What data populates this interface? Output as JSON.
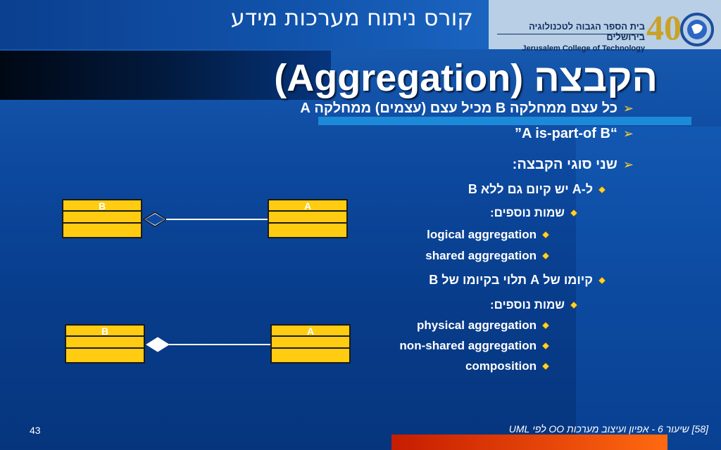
{
  "header": {
    "course_title": "קורס ניתוח מערכות מידע",
    "logo_hebrew": "בית הספר הגבוה לטכנולוגיה בירושלים",
    "logo_english": "Jerusalem College of Technology",
    "logo_mark": "40"
  },
  "slide": {
    "title": "הקבצה (Aggregation)",
    "bullets": [
      {
        "text": "כל עצם ממחלקה B מכיל עצם (עצמים) ממחלקה A",
        "level": 1
      },
      {
        "text": "“A is-part-of B”",
        "level": 1
      },
      {
        "text": "שני סוגי הקבצה:",
        "level": 1
      },
      {
        "text": "ל-A יש קיום גם ללא B",
        "level": 2
      },
      {
        "text": "שמות נוספים:",
        "level": 3
      },
      {
        "text": "logical aggregation",
        "level": 4
      },
      {
        "text": "shared aggregation",
        "level": 4
      },
      {
        "text": "קיומו של A תלוי בקיומו של B",
        "level": 2
      },
      {
        "text": "שמות נוספים:",
        "level": 3
      },
      {
        "text": "physical aggregation",
        "level": 4
      },
      {
        "text": "non-shared aggregation",
        "level": 4
      },
      {
        "text": "composition",
        "level": 4
      }
    ]
  },
  "diagram1": {
    "left_class": "B",
    "right_class": "A",
    "kind": "hollow-diamond"
  },
  "diagram2": {
    "left_class": "B",
    "right_class": "A",
    "kind": "filled-diamond"
  },
  "footer": {
    "page_number": "43",
    "text": "[58] שיעור 6 - אפיון ועיצוב מערכות OO לפי UML"
  },
  "colors": {
    "background": "#0d4aa0",
    "uml_fill": "#ffcc11",
    "bullet_arrow": "#ffd22e",
    "accent_bar": "#e8480a",
    "logo_bg": "#b8cfe6"
  }
}
